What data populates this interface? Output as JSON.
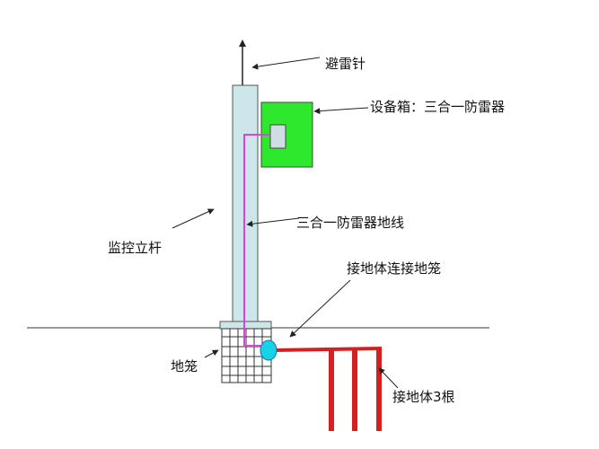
{
  "labels": {
    "lightning_rod": "避雷针",
    "equipment_box": "设备箱：三合一防雷器",
    "arrester_ground_wire": "三合一防雷器地线",
    "monitoring_pole": "监控立杆",
    "electrode_to_cage": "接地体连接地笼",
    "ground_cage": "地笼",
    "ground_electrodes": "接地体3根"
  },
  "colors": {
    "pole_fill": "#cde6ea",
    "box_fill": "#2ee82e",
    "arrester_fill": "#d0dde3",
    "ground_wire": "#e040e0",
    "junction": "#18d3e8",
    "electrode": "#d42020",
    "line": "#333333"
  }
}
